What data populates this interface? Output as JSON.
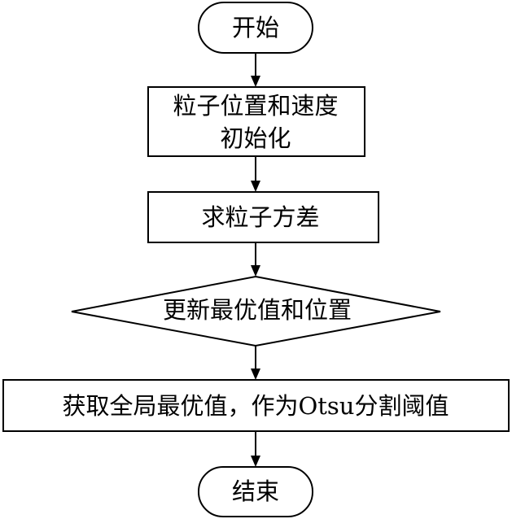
{
  "diagram": {
    "type": "flowchart",
    "nodes": [
      {
        "id": "start",
        "shape": "terminator",
        "lines": [
          "开始"
        ]
      },
      {
        "id": "init",
        "shape": "process",
        "lines": [
          "粒子位置和速度",
          "初始化"
        ]
      },
      {
        "id": "variance",
        "shape": "process",
        "lines": [
          "求粒子方差"
        ]
      },
      {
        "id": "update",
        "shape": "decision",
        "lines": [
          "更新最优值和位置"
        ]
      },
      {
        "id": "global",
        "shape": "process",
        "lines": [
          "获取全局最优值，作为Otsu分割阈值"
        ]
      },
      {
        "id": "end",
        "shape": "terminator",
        "lines": [
          "结束"
        ]
      }
    ],
    "edges": [
      {
        "from": "start",
        "to": "init"
      },
      {
        "from": "init",
        "to": "variance"
      },
      {
        "from": "variance",
        "to": "update"
      },
      {
        "from": "update",
        "to": "global"
      },
      {
        "from": "global",
        "to": "end"
      }
    ],
    "colors": {
      "stroke": "#000000",
      "fill": "#ffffff",
      "text": "#000000"
    }
  }
}
